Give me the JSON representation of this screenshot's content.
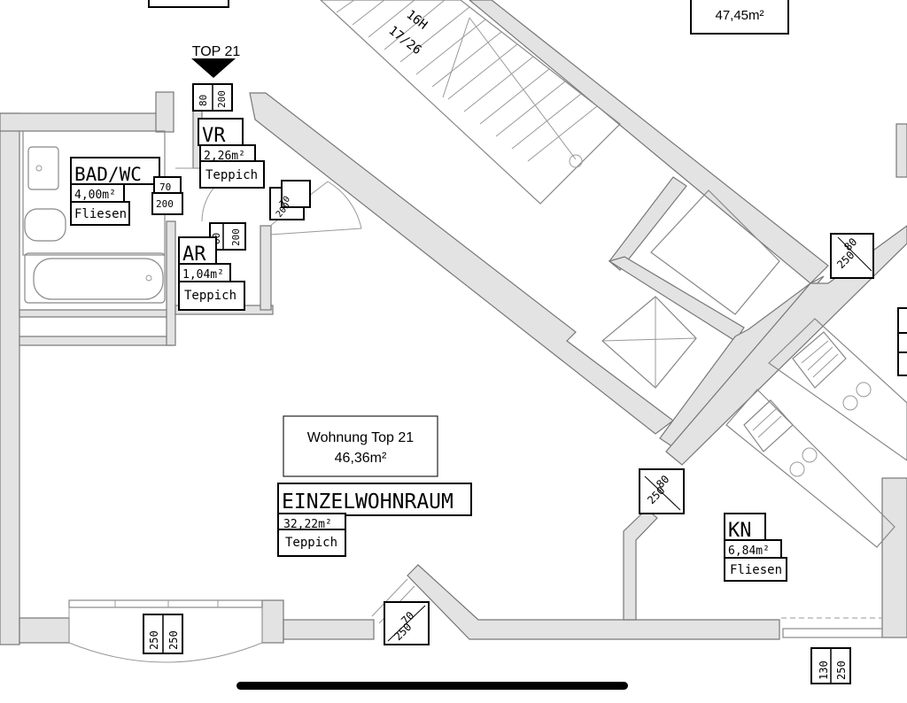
{
  "unit_marker": "TOP 21",
  "apartment": {
    "title": "Wohnung Top 21",
    "area": "46,36m²"
  },
  "neighbor_area": "47,45m²",
  "stair": {
    "steps": "16H",
    "ratio": "17/26"
  },
  "rooms": {
    "bad": {
      "name": "BAD/WC",
      "area": "4,00m²",
      "floor": "Fliesen"
    },
    "vr": {
      "name": "VR",
      "area": "2,26m²",
      "floor": "Teppich"
    },
    "ar": {
      "name": "AR",
      "area": "1,04m²",
      "floor": "Teppich"
    },
    "living": {
      "name": "EINZELWOHNRAUM",
      "area": "32,22m²",
      "floor": "Teppich"
    },
    "kn": {
      "name": "KN",
      "area": "6,84m²",
      "floor": "Fliesen"
    }
  },
  "openings": {
    "entry": {
      "w": "80",
      "h": "200"
    },
    "bath_door": {
      "w": "70",
      "h": "200"
    },
    "ar_door": {
      "w": "60",
      "h": "200"
    },
    "vr_door": {
      "w": "70",
      "h": "200"
    },
    "window_right": {
      "w": "80",
      "h": "250"
    },
    "window_center": {
      "w": "80",
      "h": "250"
    },
    "window_bottom": {
      "w": "250",
      "h": "250"
    },
    "balcony_door": {
      "w": "70",
      "h": "250"
    },
    "kn_window": {
      "w": "130",
      "h": "250"
    }
  }
}
